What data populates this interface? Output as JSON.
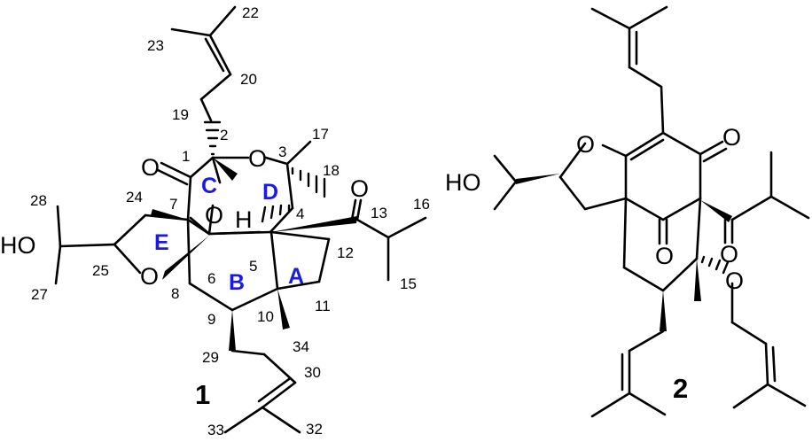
{
  "compounds": [
    {
      "id": "1",
      "atoms": {
        "O_ketone": "O",
        "O_ring2": "O",
        "O_peroxide": "O",
        "O_furan": "O",
        "HO": "HO",
        "H": "H",
        "O_acyl": "O"
      },
      "rings": [
        "A",
        "B",
        "C",
        "D",
        "E"
      ],
      "numbers": [
        "1",
        "2",
        "3",
        "4",
        "5",
        "6",
        "7",
        "8",
        "9",
        "10",
        "11",
        "12",
        "13",
        "15",
        "16",
        "17",
        "18",
        "19",
        "20",
        "22",
        "23",
        "24",
        "25",
        "27",
        "28",
        "29",
        "30",
        "32",
        "33",
        "34"
      ]
    },
    {
      "id": "2",
      "atoms": {
        "O_furan": "O",
        "HO": "HO",
        "O_k1": "O",
        "O_k2": "O",
        "O_k3": "O",
        "O_ether": "O"
      }
    }
  ]
}
